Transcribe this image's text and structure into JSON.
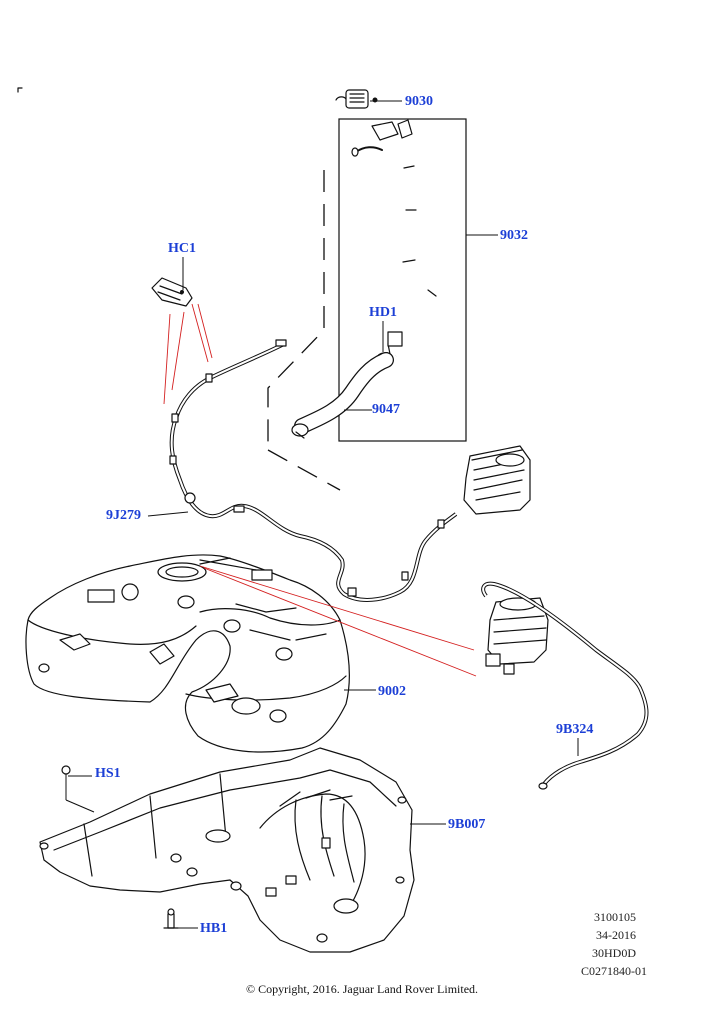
{
  "callouts": {
    "c9030": "9030",
    "c9032": "9032",
    "hc1": "HC1",
    "hd1": "HD1",
    "c9047": "9047",
    "c9j279": "9J279",
    "c9002": "9002",
    "c9b324": "9B324",
    "hs1": "HS1",
    "c9b007": "9B007",
    "hb1": "HB1"
  },
  "reference": {
    "line1": "3100105",
    "line2": "34-2016",
    "line3": "30HD0D",
    "line4": "C0271840-01"
  },
  "copyright": "© Copyright, 2016. Jaguar Land Rover Limited.",
  "colors": {
    "callout_text": "#1c3fd6",
    "leader_red": "#d42020",
    "line_art": "#111111"
  }
}
